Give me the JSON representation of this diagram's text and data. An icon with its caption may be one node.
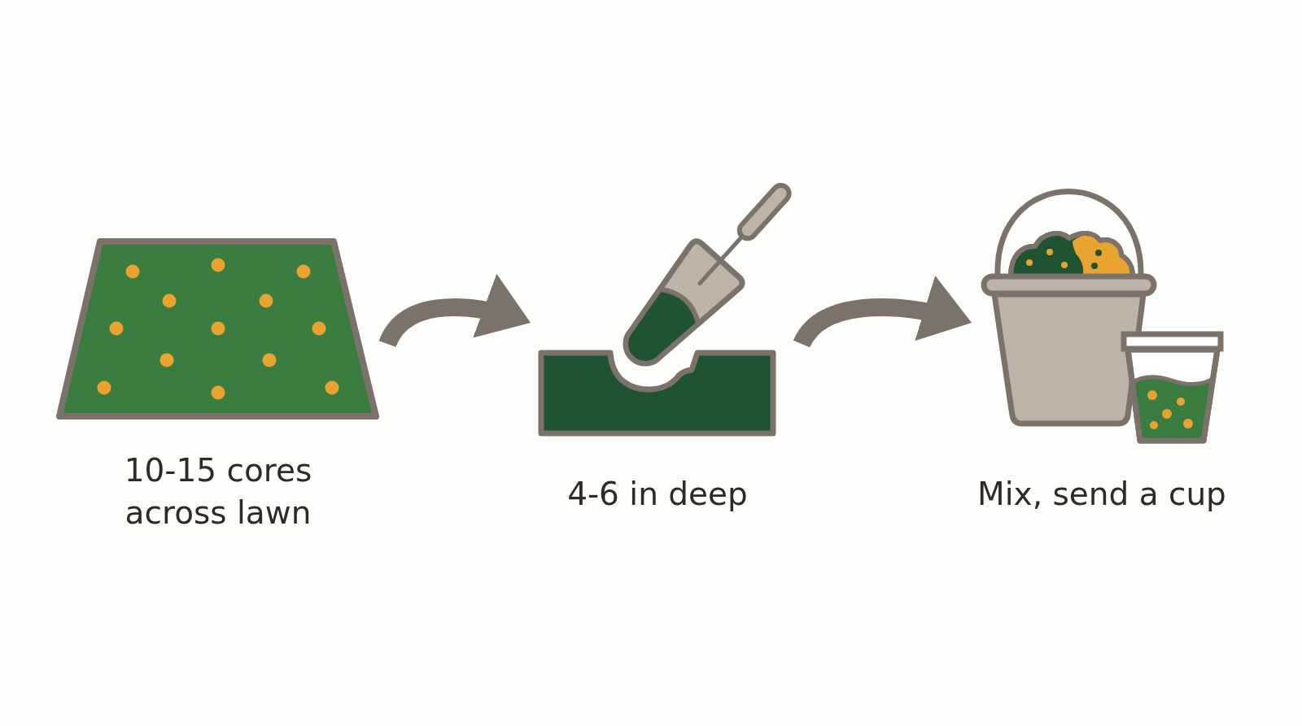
{
  "diagram": {
    "nodes": [
      {
        "text": [],
        "shape": "picture",
        "beside": [
          "10-15 cores across lawn"
        ]
      },
      {
        "text": [],
        "shape": "picture",
        "beside": [
          "4-6 in deep"
        ]
      },
      {
        "text": [],
        "shape": "picture",
        "beside": [
          "Mix, send a cup"
        ]
      }
    ],
    "edges": [
      {
        "from": 0,
        "to": 1,
        "arrow": "to"
      },
      {
        "from": 1,
        "to": 2,
        "arrow": "to"
      }
    ]
  }
}
